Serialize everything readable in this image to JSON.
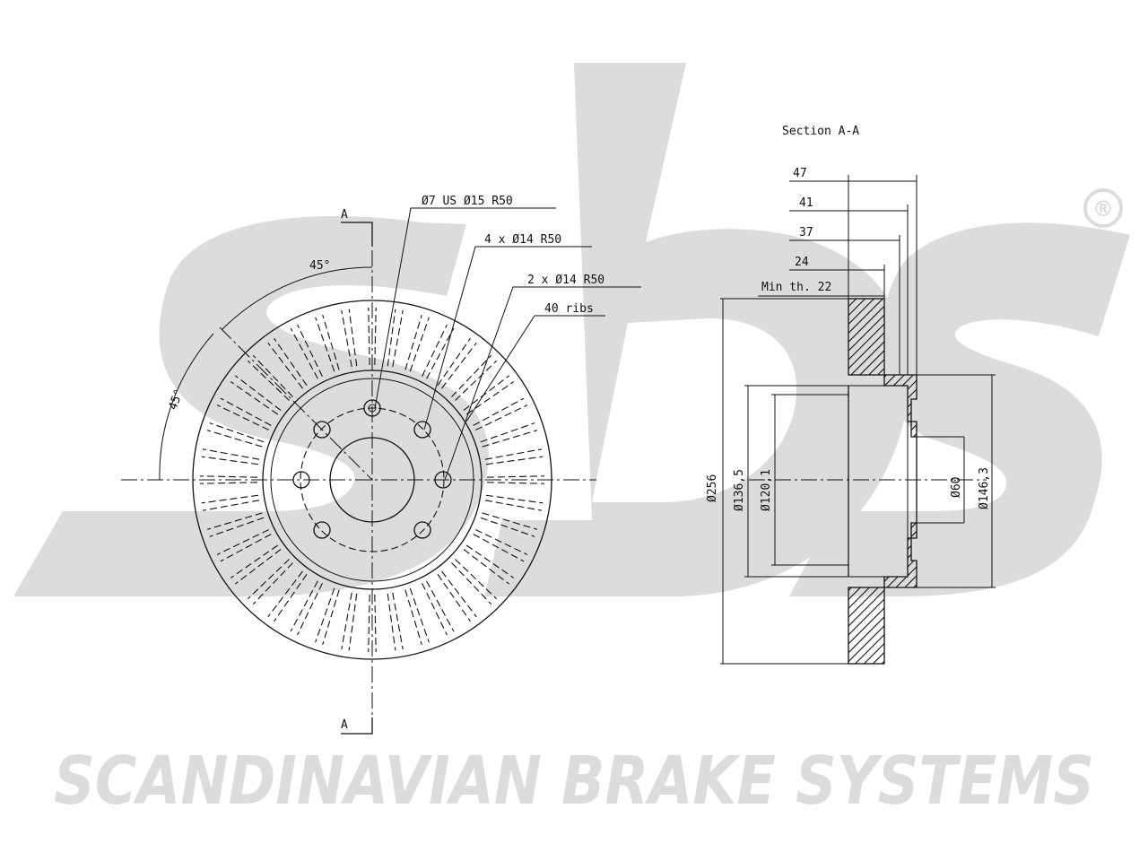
{
  "watermark": {
    "logo_text": "sbs",
    "registered_mark": "®",
    "footer_text": "SCANDINAVIAN BRAKE SYSTEMS",
    "color": "#dcdcdc"
  },
  "front_view": {
    "section_mark_top": "A",
    "section_mark_bottom": "A",
    "angle_top": "45°",
    "angle_left": "45°",
    "callouts": [
      "Ø7 US Ø15 R50",
      "4 x Ø14 R50",
      "2 x Ø14 R50",
      "40 ribs"
    ]
  },
  "section_view": {
    "title": "Section A-A",
    "widths": [
      "47",
      "41",
      "37",
      "24",
      "Min th. 22"
    ],
    "diameters": [
      "Ø256",
      "Ø136,5",
      "Ø120,1",
      "Ø60",
      "Ø146,3"
    ]
  },
  "colors": {
    "line": "#111111",
    "background": "#ffffff"
  }
}
